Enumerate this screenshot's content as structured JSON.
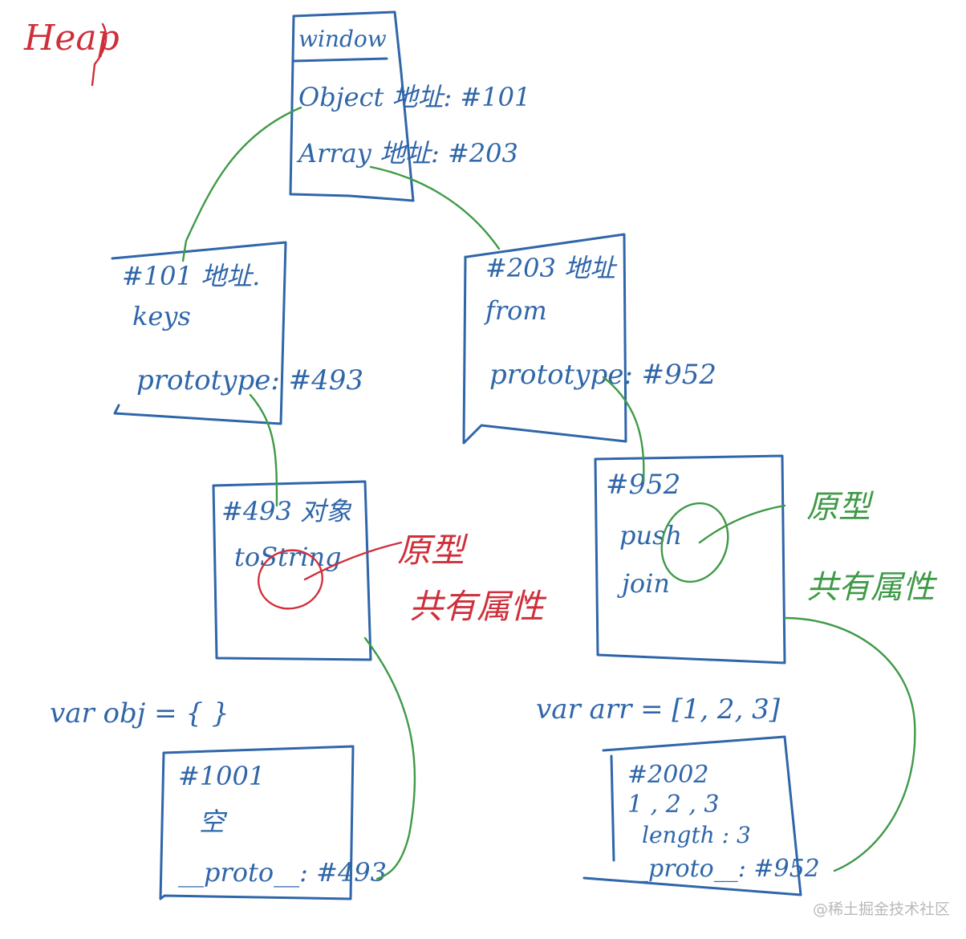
{
  "heap_label": "Heap",
  "window": {
    "title": "window",
    "object_ref": "Object 地址: #101",
    "array_ref": "Array 地址: #203"
  },
  "object_fn": {
    "header": "#101 地址.",
    "line1": "keys",
    "line2": "prototype: #493"
  },
  "array_fn": {
    "header": "#203 地址",
    "line1": "from",
    "line2": "prototype: #952"
  },
  "object_proto": {
    "header": "#493 对象",
    "line1": "toString"
  },
  "array_proto": {
    "header": "#952",
    "line1": "push",
    "line2": "join"
  },
  "left_note": {
    "line1": "原型",
    "line2": "共有属性"
  },
  "right_note": {
    "line1": "原型",
    "line2": "共有属性"
  },
  "obj_decl": "var obj = { }",
  "arr_decl": "var arr = [1, 2, 3]",
  "obj_instance": {
    "header": "#1001",
    "line1": "空",
    "line2": "__proto__: #493"
  },
  "arr_instance": {
    "header": "#2002",
    "line1": "1 , 2 , 3",
    "line2": "length : 3",
    "line3": "__proto__: #952"
  },
  "watermark": "@稀土掘金技术社区",
  "colors": {
    "ink_blue": "#2f66a9",
    "ink_red": "#cf2f3a",
    "ink_green": "#3f9a47"
  }
}
